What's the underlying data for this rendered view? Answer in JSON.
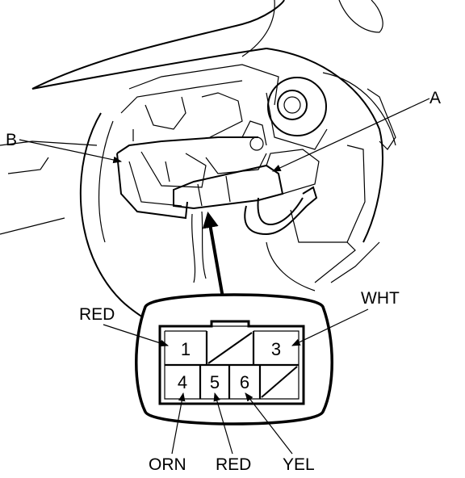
{
  "callouts": {
    "component_a": "A",
    "component_b": "B"
  },
  "connector": {
    "pins": [
      {
        "number": "1",
        "wire_color": "RED"
      },
      {
        "number": "3",
        "wire_color": "WHT"
      },
      {
        "number": "4",
        "wire_color": "ORN"
      },
      {
        "number": "5",
        "wire_color": "RED"
      },
      {
        "number": "6",
        "wire_color": "YEL"
      }
    ]
  }
}
